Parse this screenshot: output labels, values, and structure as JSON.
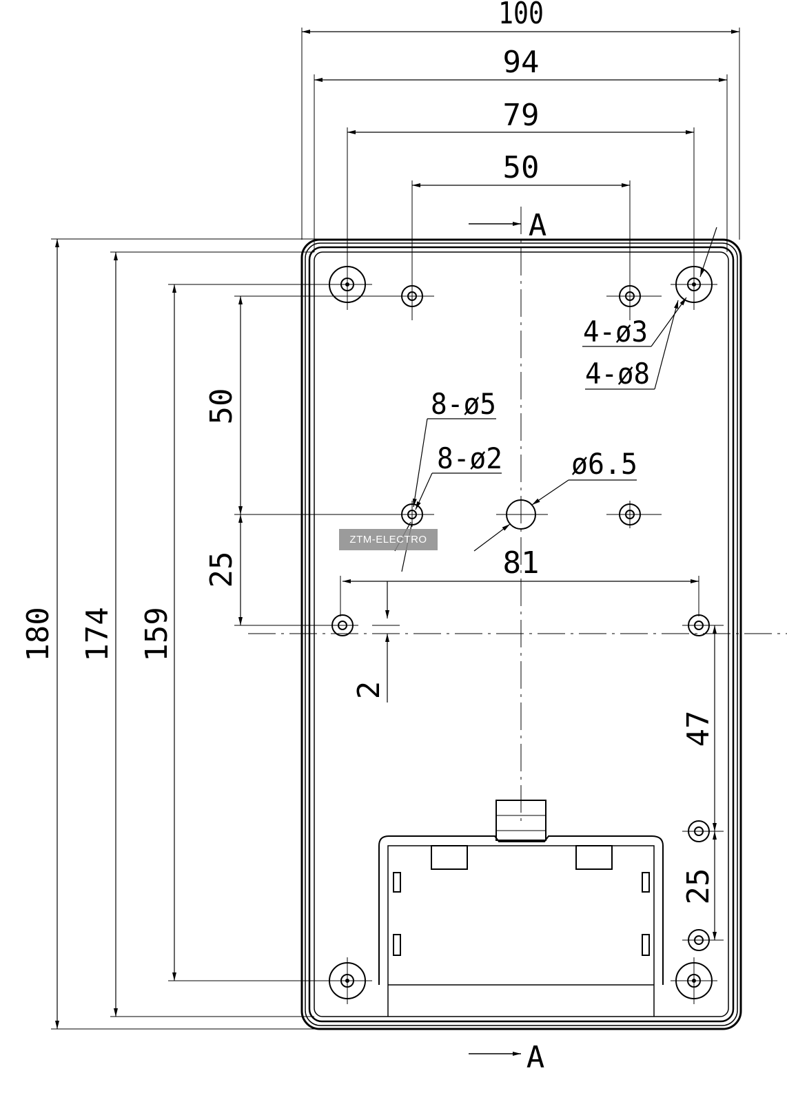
{
  "drawing": {
    "overall_dimensions": {
      "width_outer": "100",
      "width_inner": "94",
      "width_boss": "79",
      "width_top_holes": "50",
      "height_outer": "180",
      "height_inner": "174",
      "height_boss": "159"
    },
    "hole_dimensions": {
      "vertical_spacing_top": "50",
      "vertical_spacing_mid": "25",
      "horizontal_spacing_lower": "81",
      "offset_small": "2",
      "spacing_right_lower": "47",
      "spacing_right_bottom": "25"
    },
    "callouts": {
      "small_bosses_hole": "4-ø3",
      "small_bosses_outer": "4-ø8",
      "pin_outer": "8-ø5",
      "pin_hole": "8-ø2",
      "center_hole": "ø6.5"
    },
    "section_marks": {
      "top": "A",
      "bottom": "A"
    },
    "watermark": "ZTM-ELECTRO"
  }
}
